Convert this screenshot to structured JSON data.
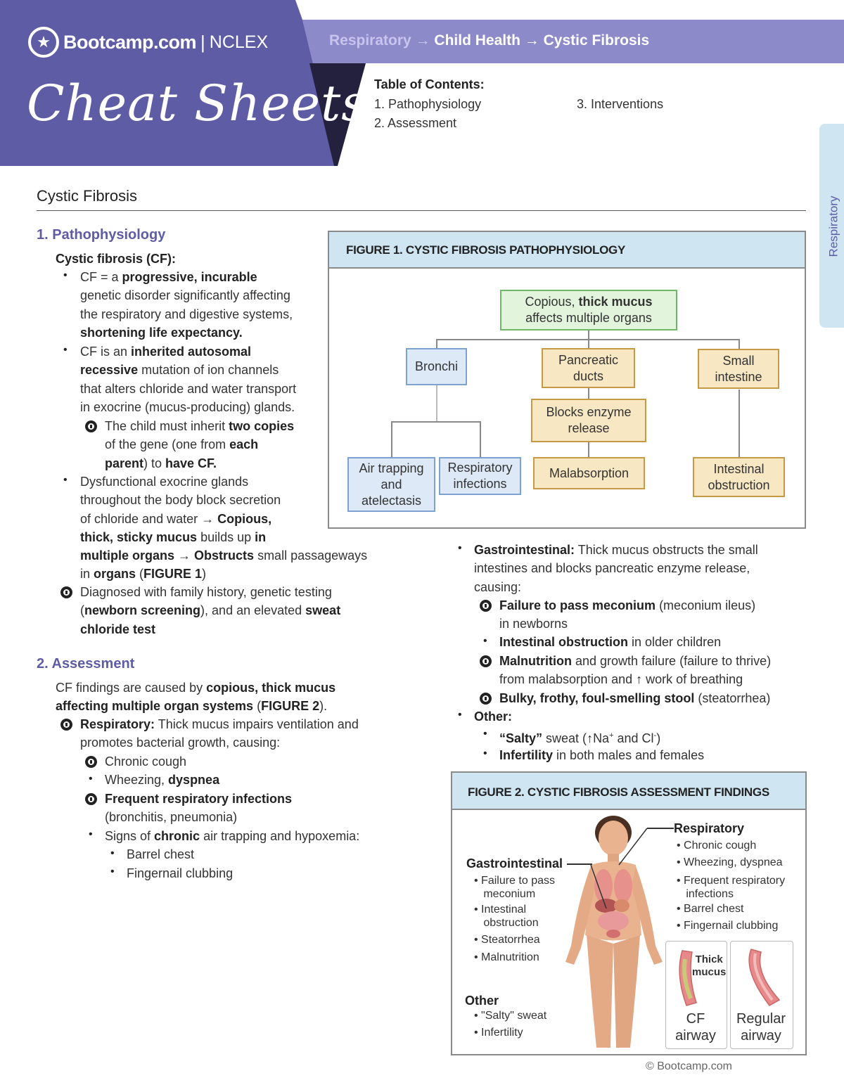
{
  "header": {
    "brand": "Bootcamp.com",
    "separator": "|",
    "exam": "NCLEX",
    "logo_icon": "star-icon",
    "title": "Cheat Sheets",
    "breadcrumb": {
      "first": "Respiratory",
      "arrow": "→",
      "second": "Child Health",
      "third": "Cystic Fibrosis"
    },
    "colors": {
      "purple": "#5d5ca5",
      "light_purple": "#8c8ac8",
      "dark": "#23213d",
      "light_blue": "#cfe6f2"
    }
  },
  "toc": {
    "heading": "Table of Contents:",
    "items": [
      "1. Pathophysiology",
      "2. Assessment",
      "3. Interventions"
    ]
  },
  "side_tab": {
    "label": "Respiratory"
  },
  "page_title": "Cystic Fibrosis",
  "sections": {
    "patho_heading": "1. Pathophysiology",
    "patho_sub": "Cystic fibrosis (CF):",
    "assess_heading": "2. Assessment",
    "assess_intro_a": "CF findings are caused by ",
    "assess_intro_b": "copious, thick mucus",
    "assess_intro_c": "affecting multiple organ systems",
    "assess_intro_d": " (",
    "assess_intro_e": "FIGURE 2",
    "assess_intro_f": ")."
  },
  "patho": {
    "b1": [
      "CF = a ",
      "progressive, incurable",
      "genetic disorder significantly affecting",
      "the respiratory and digestive systems,",
      "shortening life expectancy."
    ],
    "b2": [
      "CF is an ",
      "inherited autosomal",
      "recessive",
      " mutation of ion channels",
      "that alters chloride and water transport",
      "in exocrine (mucus-producing) glands."
    ],
    "b3": [
      "The child must inherit ",
      "two copies",
      "of the gene (one from ",
      "each",
      "parent",
      ") to ",
      "have CF."
    ],
    "b4": [
      "Dysfunctional exocrine glands",
      "throughout the body block secretion",
      "of chloride and water → ",
      "Copious,",
      "thick, sticky mucus",
      " builds up ",
      "in",
      "multiple organs",
      " → ",
      "Obstructs",
      " small passageways",
      "in ",
      "organs",
      " (",
      "FIGURE 1",
      ")"
    ],
    "b5": [
      "Diagnosed with family history, genetic testing",
      "(",
      "newborn screening",
      "), and an elevated ",
      "sweat",
      "chloride test"
    ]
  },
  "assess": {
    "resp": [
      "Respiratory:",
      " Thick mucus impairs ventilation and",
      "promotes bacterial growth, causing:"
    ],
    "resp_items": [
      "Chronic cough",
      "Wheezing, ",
      "dyspnea",
      "Frequent respiratory infections",
      "(bronchitis, pneumonia)",
      "Signs of ",
      "chronic",
      " air trapping and hypoxemia:",
      "Barrel chest",
      "Fingernail clubbing"
    ],
    "gi": [
      "Gastrointestinal:",
      " Thick mucus obstructs the small",
      "intestines and blocks pancreatic enzyme release,",
      "causing:"
    ],
    "gi_items": [
      "Failure to pass meconium",
      " (meconium ileus)",
      "in newborns",
      "Intestinal obstruction",
      " in older children",
      "Malnutrition",
      " and growth failure (failure to thrive)",
      "from malabsorption and ",
      "↑",
      " work of breathing",
      "Bulky, frothy, foul-smelling stool",
      " (steatorrhea)"
    ],
    "other": "Other:",
    "other_items": [
      "“Salty”",
      " sweat (",
      "↑",
      "Na",
      "+",
      " and Cl",
      "-",
      ")",
      "Infertility",
      " in both males and females"
    ]
  },
  "figure1": {
    "title": "FIGURE 1. CYSTIC FIBROSIS PATHOPHYSIOLOGY",
    "top": [
      "Copious, ",
      "thick mucus",
      "affects multiple organs"
    ],
    "bronchi": "Bronchi",
    "pancreatic": [
      "Pancreatic",
      "ducts"
    ],
    "small_intestine": [
      "Small",
      "intestine"
    ],
    "blocks": [
      "Blocks enzyme",
      "release"
    ],
    "air_trapping": [
      "Air trapping",
      "and",
      "atelectasis"
    ],
    "resp_infections": [
      "Respiratory",
      "infections"
    ],
    "malabsorption": "Malabsorption",
    "intestinal": [
      "Intestinal",
      "obstruction"
    ]
  },
  "figure2": {
    "title": "FIGURE 2. CYSTIC FIBROSIS ASSESSMENT FINDINGS",
    "gi_head": "Gastrointestinal",
    "gi_items": [
      "Failure to pass",
      "meconium",
      "Intestinal",
      "obstruction",
      "Steatorrhea",
      "Malnutrition"
    ],
    "other_head": "Other",
    "other_items": [
      "\"Salty\" sweat",
      "Infertility"
    ],
    "resp_head": "Respiratory",
    "resp_items": [
      "Chronic cough",
      "Wheezing, dyspnea",
      "Frequent respiratory",
      "infections",
      "Barrel chest",
      "Fingernail clubbing"
    ],
    "thick_mucus": [
      "Thick",
      "mucus"
    ],
    "cf_airway": [
      "CF",
      "airway"
    ],
    "regular_airway": [
      "Regular",
      "airway"
    ]
  },
  "footer": {
    "copyright": "© Bootcamp.com"
  }
}
